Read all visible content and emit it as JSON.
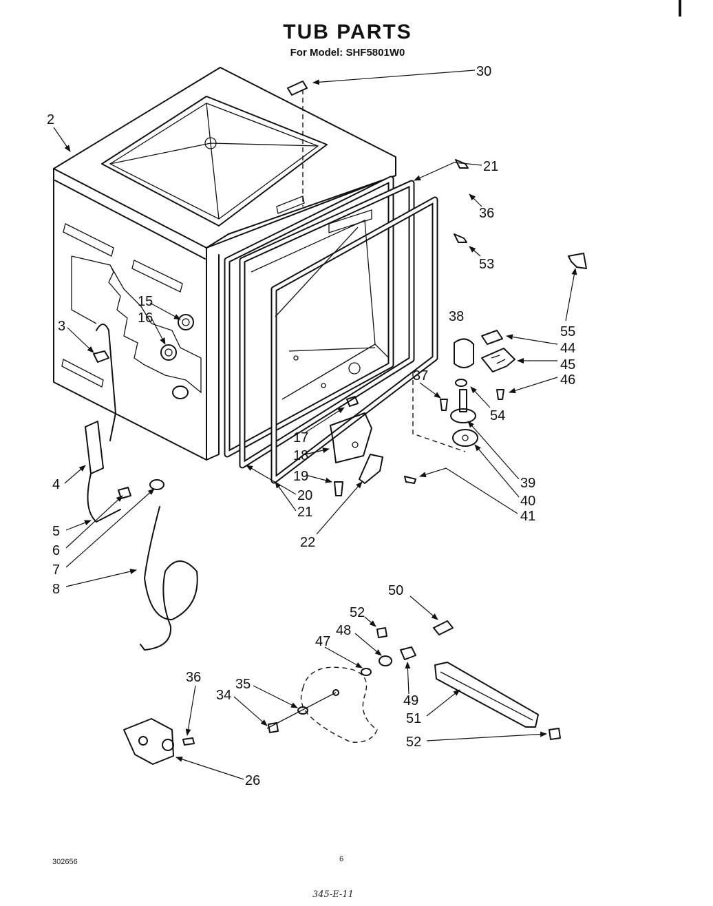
{
  "header": {
    "title": "TUB PARTS",
    "subtitle": "For Model: SHF5801W0"
  },
  "footer": {
    "doc_number": "302656",
    "page_number": "6",
    "handwritten_note": "345-E-11"
  },
  "callouts": [
    "30",
    "2",
    "21",
    "36",
    "53",
    "55",
    "44",
    "45",
    "46",
    "54",
    "38",
    "37",
    "15",
    "16",
    "3",
    "17",
    "18",
    "19",
    "20",
    "21",
    "39",
    "40",
    "41",
    "4",
    "5",
    "6",
    "7",
    "8",
    "22",
    "50",
    "52",
    "48",
    "47",
    "49",
    "51",
    "52",
    "36",
    "35",
    "34",
    "26"
  ]
}
